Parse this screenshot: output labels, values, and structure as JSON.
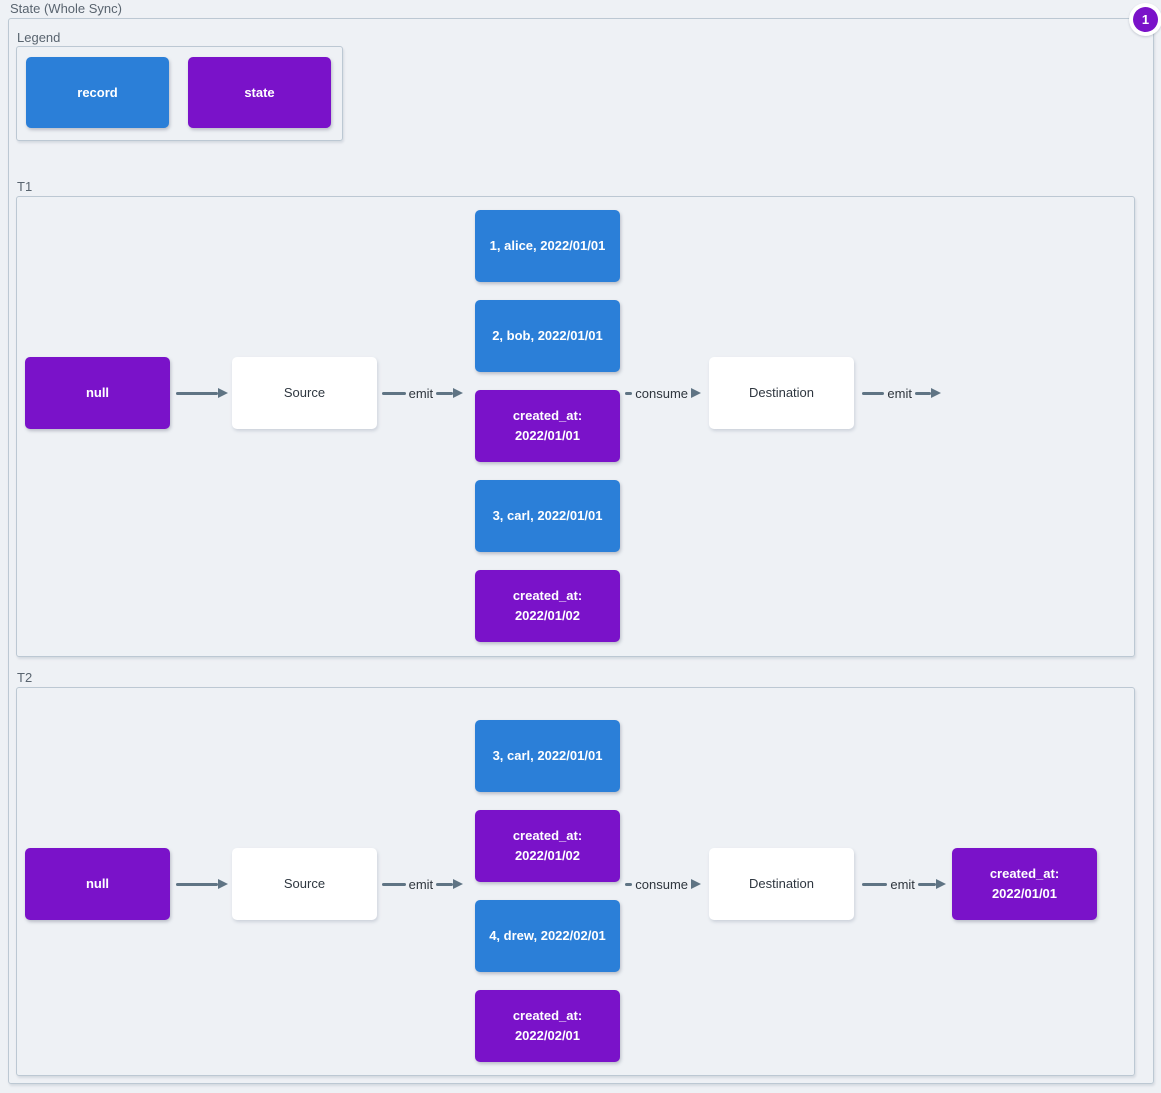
{
  "page": {
    "title": "State (Whole Sync)",
    "badge_count": "1"
  },
  "colors": {
    "record": "#2b7fd8",
    "state": "#7a12c9",
    "arrow": "#5f7484",
    "badge": "#7a12c9"
  },
  "legend": {
    "label": "Legend",
    "record_label": "record",
    "state_label": "state"
  },
  "timelines": [
    {
      "label": "T1",
      "null_label": "null",
      "source_label": "Source",
      "destination_label": "Destination",
      "emit_label": "emit",
      "consume_label": "consume",
      "emit_out_label": "emit",
      "messages": [
        {
          "type": "record",
          "text": "1, alice, 2022/01/01"
        },
        {
          "type": "record",
          "text": "2, bob, 2022/01/01"
        },
        {
          "type": "state",
          "text": "created_at:\n2022/01/01"
        },
        {
          "type": "record",
          "text": "3, carl, 2022/01/01"
        },
        {
          "type": "state",
          "text": "created_at:\n2022/01/02"
        }
      ]
    },
    {
      "label": "T2",
      "null_label": "null",
      "source_label": "Source",
      "destination_label": "Destination",
      "emit_label": "emit",
      "consume_label": "consume",
      "emit_out_label": "emit",
      "messages": [
        {
          "type": "record",
          "text": "3, carl, 2022/01/01"
        },
        {
          "type": "state",
          "text": "created_at:\n2022/01/02"
        },
        {
          "type": "record",
          "text": "4, drew, 2022/02/01"
        },
        {
          "type": "state",
          "text": "created_at:\n2022/02/01"
        }
      ],
      "output_state": {
        "type": "state",
        "text": "created_at:\n2022/01/01"
      }
    }
  ]
}
